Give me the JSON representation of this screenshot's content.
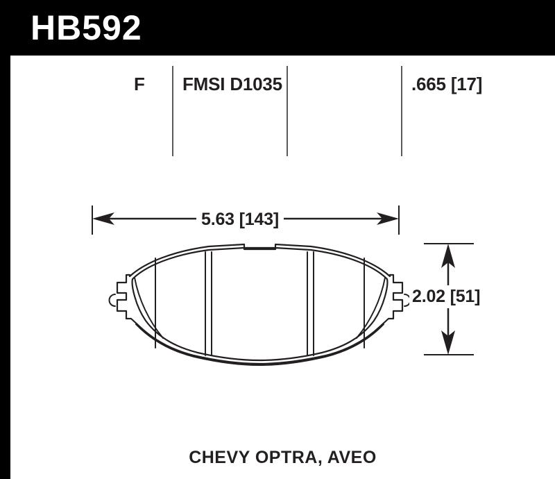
{
  "header": {
    "part_number": "HB592",
    "band_color": "#000000",
    "text_color": "#ffffff"
  },
  "spec_row": {
    "position_code": "F",
    "fmsi": "FMSI D1035",
    "thickness": ".665 [17]",
    "divider_color": "#595959",
    "text_color": "#231f20"
  },
  "dimensions": {
    "width_label": "5.63 [143]",
    "height_label": "2.02 [51]"
  },
  "drawing": {
    "part_name": "brake-pad-outline",
    "line_color": "#231f20"
  },
  "caption": {
    "vehicle_fitment": "CHEVY OPTRA, AVEO"
  }
}
